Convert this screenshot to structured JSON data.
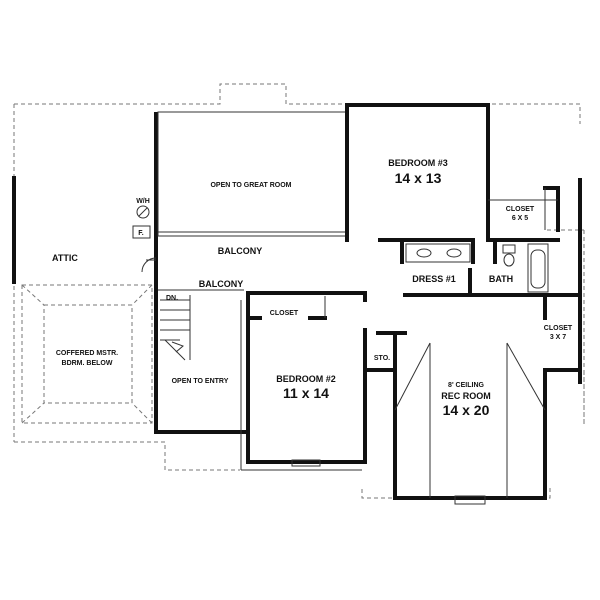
{
  "plan": {
    "rooms": {
      "attic": "ATTIC",
      "coffered_line1": "COFFERED MSTR.",
      "coffered_line2": "BDRM. BELOW",
      "open_great_room": "OPEN TO GREAT ROOM",
      "balcony_upper": "BALCONY",
      "balcony_lower": "BALCONY",
      "open_entry": "OPEN TO ENTRY",
      "stair_dn": "DN.",
      "bedroom3_name": "BEDROOM #3",
      "bedroom3_size": "14 x 13",
      "closet1_name": "CLOSET",
      "closet1_size": "6 X 5",
      "dress": "DRESS #1",
      "bath": "BATH",
      "closet2_name": "CLOSET",
      "closet2_size": "3 X 7",
      "closet_bed2": "CLOSET",
      "bedroom2_name": "BEDROOM #2",
      "bedroom2_size": "11 x 14",
      "storage": "STO.",
      "rec_ceiling": "8' CEILING",
      "rec_name": "REC ROOM",
      "rec_size": "14 x 20",
      "wh": "W/H",
      "furnace": "F."
    }
  }
}
